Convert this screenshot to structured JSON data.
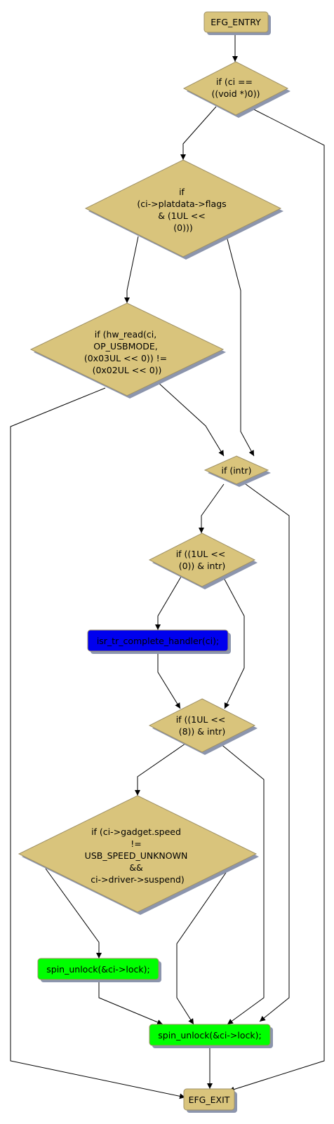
{
  "colors": {
    "decision_fill": "#d9c47c",
    "decision_stroke": "#9f9166",
    "entry_fill": "#d9c47c",
    "green_fill": "#00ff00",
    "blue_fill": "#0000ee",
    "edge": "#000000"
  },
  "nodes": {
    "entry": {
      "lines": [
        "EFG_ENTRY"
      ]
    },
    "if_ci_null": {
      "lines": [
        "if (ci ==",
        "((void *)0))"
      ]
    },
    "if_flags": {
      "lines": [
        "if",
        "(ci->platdata->flags",
        "& (1UL <<",
        "(0)))"
      ]
    },
    "if_hw_read": {
      "lines": [
        "if (hw_read(ci,",
        "OP_USBMODE,",
        "(0x03UL << 0)) !=",
        "(0x02UL << 0))"
      ]
    },
    "if_intr": {
      "lines": [
        "if (intr)"
      ]
    },
    "if_bit0": {
      "lines": [
        "if ((1UL <<",
        "(0)) & intr)"
      ]
    },
    "isr_handler": {
      "lines": [
        "isr_tr_complete_handler(ci);"
      ]
    },
    "if_bit8": {
      "lines": [
        "if ((1UL <<",
        "(8)) & intr)"
      ]
    },
    "if_speed": {
      "lines": [
        "if (ci->gadget.speed",
        "!=",
        "USB_SPEED_UNKNOWN",
        "&&",
        "ci->driver->suspend)"
      ]
    },
    "spin_unlock_1": {
      "lines": [
        "spin_unlock(&ci->lock);"
      ]
    },
    "spin_unlock_2": {
      "lines": [
        "spin_unlock(&ci->lock);"
      ]
    },
    "exit": {
      "lines": [
        "EFG_EXIT"
      ]
    }
  }
}
